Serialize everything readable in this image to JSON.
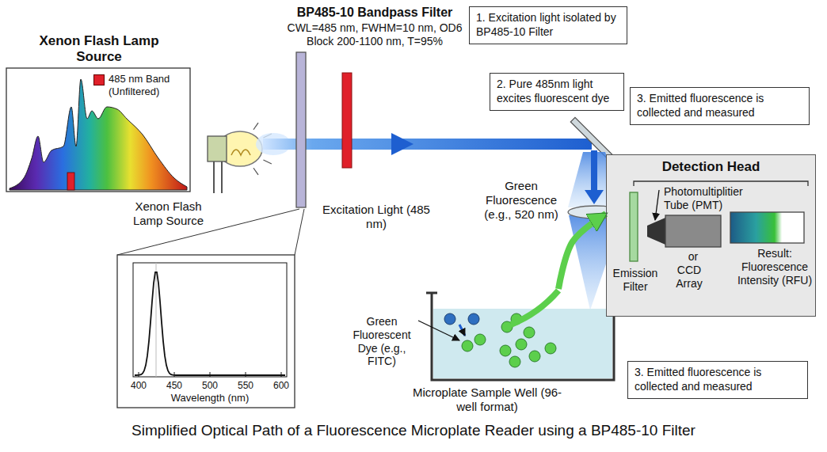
{
  "diagram": {
    "caption": "Simplified Optical Path of a Fluorescence Microplate Reader using a BP485-10 Filter",
    "nodes": [
      {
        "text": [
          "1. Excitation light isolated by BP485-10 Filter"
        ]
      },
      {
        "text": [
          "2. Pure 485nm light excites fluorescent dye"
        ]
      },
      {
        "text": [
          "3. Emitted fluorescence is collected and measured"
        ]
      },
      {
        "text": [
          "Detection Head"
        ]
      },
      {
        "text": [
          "Microplate Sample Well (96-well format)"
        ]
      },
      {
        "text": [
          "3. Emitted fluorescence is collected and measured"
        ]
      }
    ],
    "edges": [
      {
        "from": 4,
        "to": 3,
        "arrow": "to"
      }
    ],
    "labels": [
      "Xenon Flash Lamp Source",
      "Xenon Flash Lamp Source",
      "BP485-10 Bandpass Filter",
      "CWL=485 nm, FWHM=10 nm, OD6 Block 200-1100 nm, T=95%",
      "Excitation Light (485 nm)",
      "Green Fluorescence (e.g., 520 nm)",
      "Green Fluorescent Dye (e.g., FITC)",
      "Photomultiplitier Tube (PMT)",
      "or",
      "CCD Array",
      "Emission Filter",
      "Result: Fluorescence Intensity (RFU)",
      "400",
      "450",
      "500",
      "550",
      "600",
      "Wavelength (nm)"
    ],
    "legend": [
      {
        "text": "485 nm Band (Unfiltered)",
        "color": "#e0202a"
      }
    ]
  }
}
